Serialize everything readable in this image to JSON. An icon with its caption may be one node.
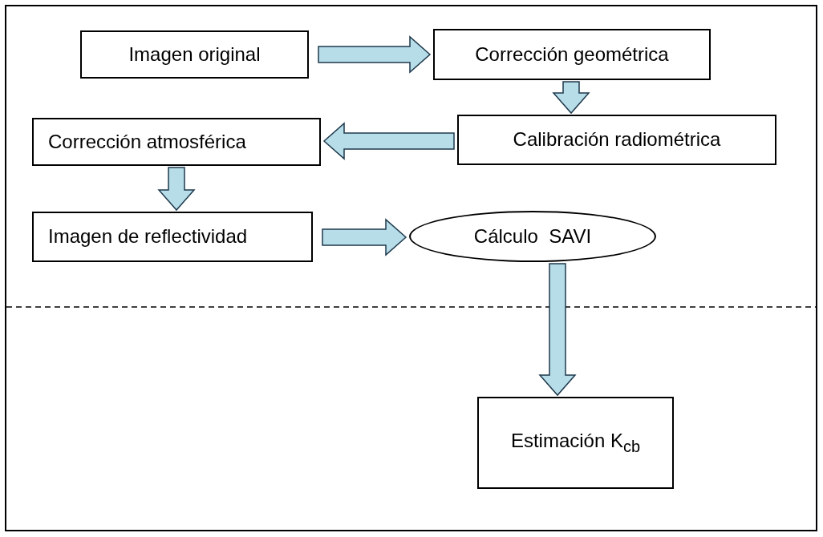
{
  "diagram": {
    "nodes": [
      {
        "text": [
          "Imagen original"
        ]
      },
      {
        "text": [
          "Corrección geométrica"
        ]
      },
      {
        "text": [
          "Calibración radiométrica"
        ]
      },
      {
        "text": [
          "Corrección atmosférica"
        ]
      },
      {
        "text": [
          "Imagen de reflectividad"
        ]
      },
      {
        "text": [
          "Cálculo  SAVI"
        ]
      },
      {
        "text": [
          "Estimación K$_{cb}$"
        ]
      }
    ],
    "edges": [
      {
        "from": 0,
        "to": 1,
        "arrow": "to"
      },
      {
        "from": 1,
        "to": 2,
        "arrow": "to"
      },
      {
        "from": 2,
        "to": 3,
        "arrow": "to"
      },
      {
        "from": 3,
        "to": 4,
        "arrow": "to"
      },
      {
        "from": 4,
        "to": 5,
        "arrow": "to"
      },
      {
        "from": 5,
        "to": 6,
        "arrow": "to"
      }
    ]
  }
}
